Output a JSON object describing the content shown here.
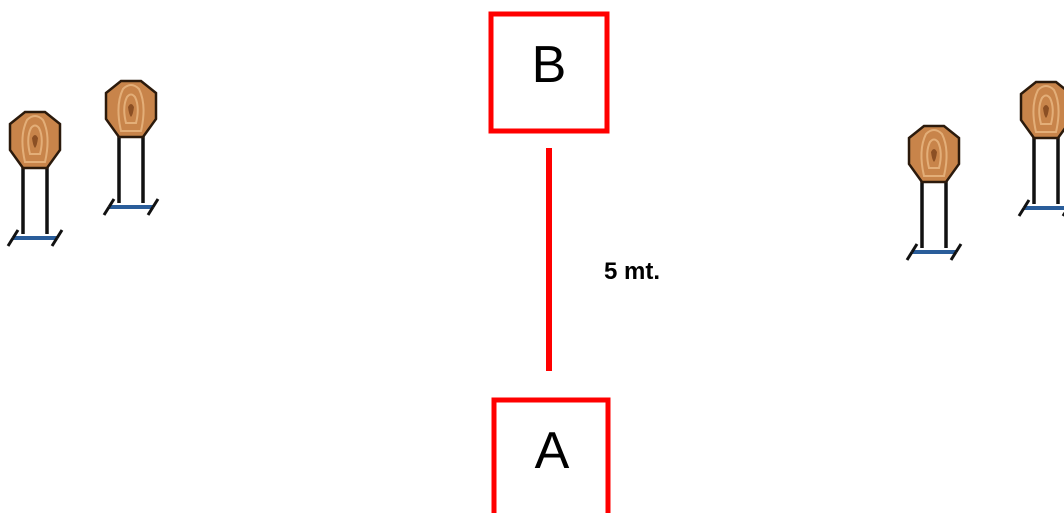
{
  "diagram": {
    "box_top_label": "B",
    "box_bottom_label": "A",
    "distance_label": "5 mt."
  },
  "colors": {
    "marker_red": "#ff0000",
    "target_face": "#c8844a",
    "target_ring": "#e0a86e",
    "stand_leg": "#111111",
    "stand_base": "#2a5d9a"
  },
  "icons": [
    "shooting-target-icon"
  ]
}
